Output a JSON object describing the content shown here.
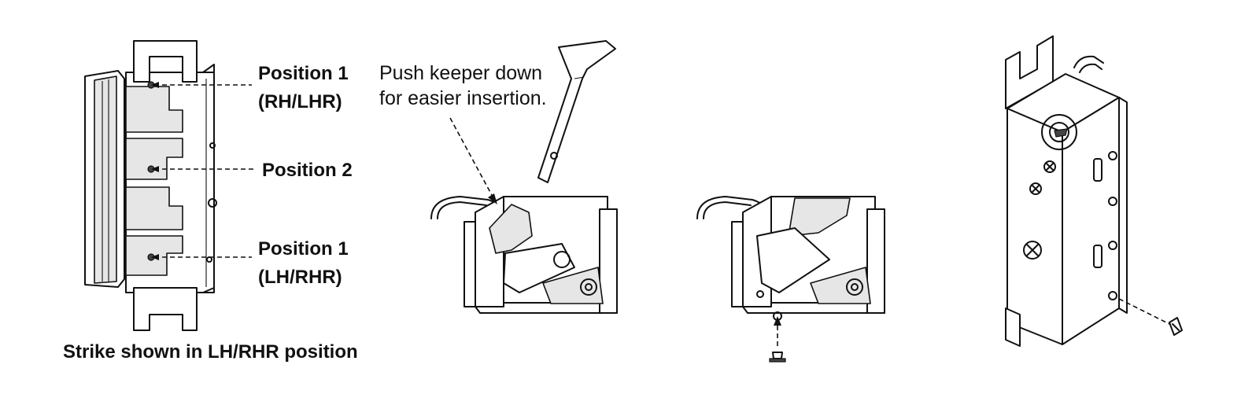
{
  "labels": {
    "position1_top": "Position 1",
    "position1_top_sub": "(RH/LHR)",
    "position2": "Position 2",
    "position1_bottom": "Position 1",
    "position1_bottom_sub": "(LH/RHR)",
    "caption": "Strike shown in LH/RHR position",
    "instruction_line1": "Push keeper down",
    "instruction_line2": "for easier insertion."
  }
}
